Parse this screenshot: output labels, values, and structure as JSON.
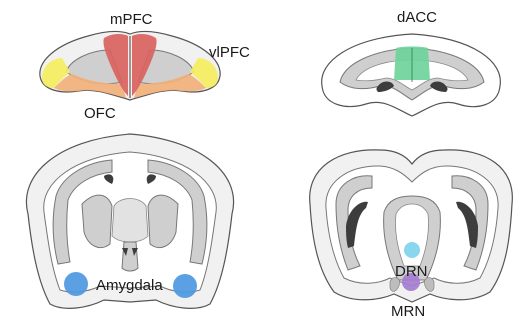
{
  "labels": {
    "mpfc": "mPFC",
    "vlpfc": "vlPFC",
    "ofc": "OFC",
    "dacc": "dACC",
    "amygdala": "Amygdala",
    "drn": "DRN",
    "mrn": "MRN"
  },
  "colors": {
    "mpfc": "#d9625f",
    "vlpfc": "#f5ee60",
    "ofc": "#f2b07b",
    "dacc": "#6fd39a",
    "amygdala": "#4d98e0",
    "drn": "#7fd3ee",
    "mrn": "#a47dd0"
  }
}
